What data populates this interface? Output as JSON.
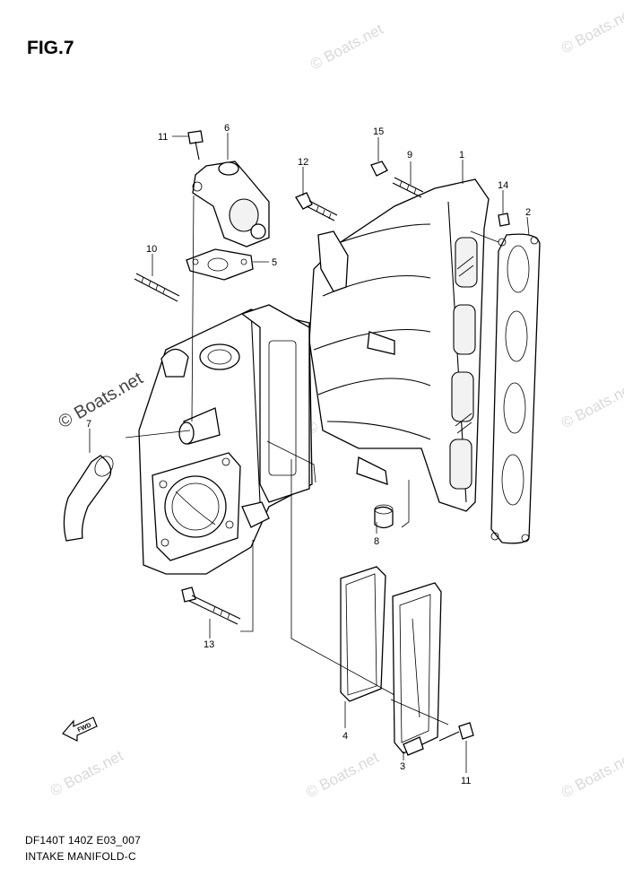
{
  "figure": {
    "title": "FIG.7",
    "code": "DF140T 140Z E03_007",
    "name": "INTAKE MANIFOLD-C"
  },
  "watermarks": {
    "main": "© Boats.net",
    "faint": "© Boats.net"
  },
  "direction_arrow": {
    "label": "FWD"
  },
  "callouts": [
    {
      "id": "c11a",
      "text": "11"
    },
    {
      "id": "c6",
      "text": "6"
    },
    {
      "id": "c15",
      "text": "15"
    },
    {
      "id": "c9",
      "text": "9"
    },
    {
      "id": "c1",
      "text": "1"
    },
    {
      "id": "c12",
      "text": "12"
    },
    {
      "id": "c14",
      "text": "14"
    },
    {
      "id": "c2",
      "text": "2"
    },
    {
      "id": "c10",
      "text": "10"
    },
    {
      "id": "c5",
      "text": "5"
    },
    {
      "id": "c7",
      "text": "7"
    },
    {
      "id": "c8",
      "text": "8"
    },
    {
      "id": "c13",
      "text": "13"
    },
    {
      "id": "c4",
      "text": "4"
    },
    {
      "id": "c3",
      "text": "3"
    },
    {
      "id": "c11b",
      "text": "11"
    }
  ]
}
